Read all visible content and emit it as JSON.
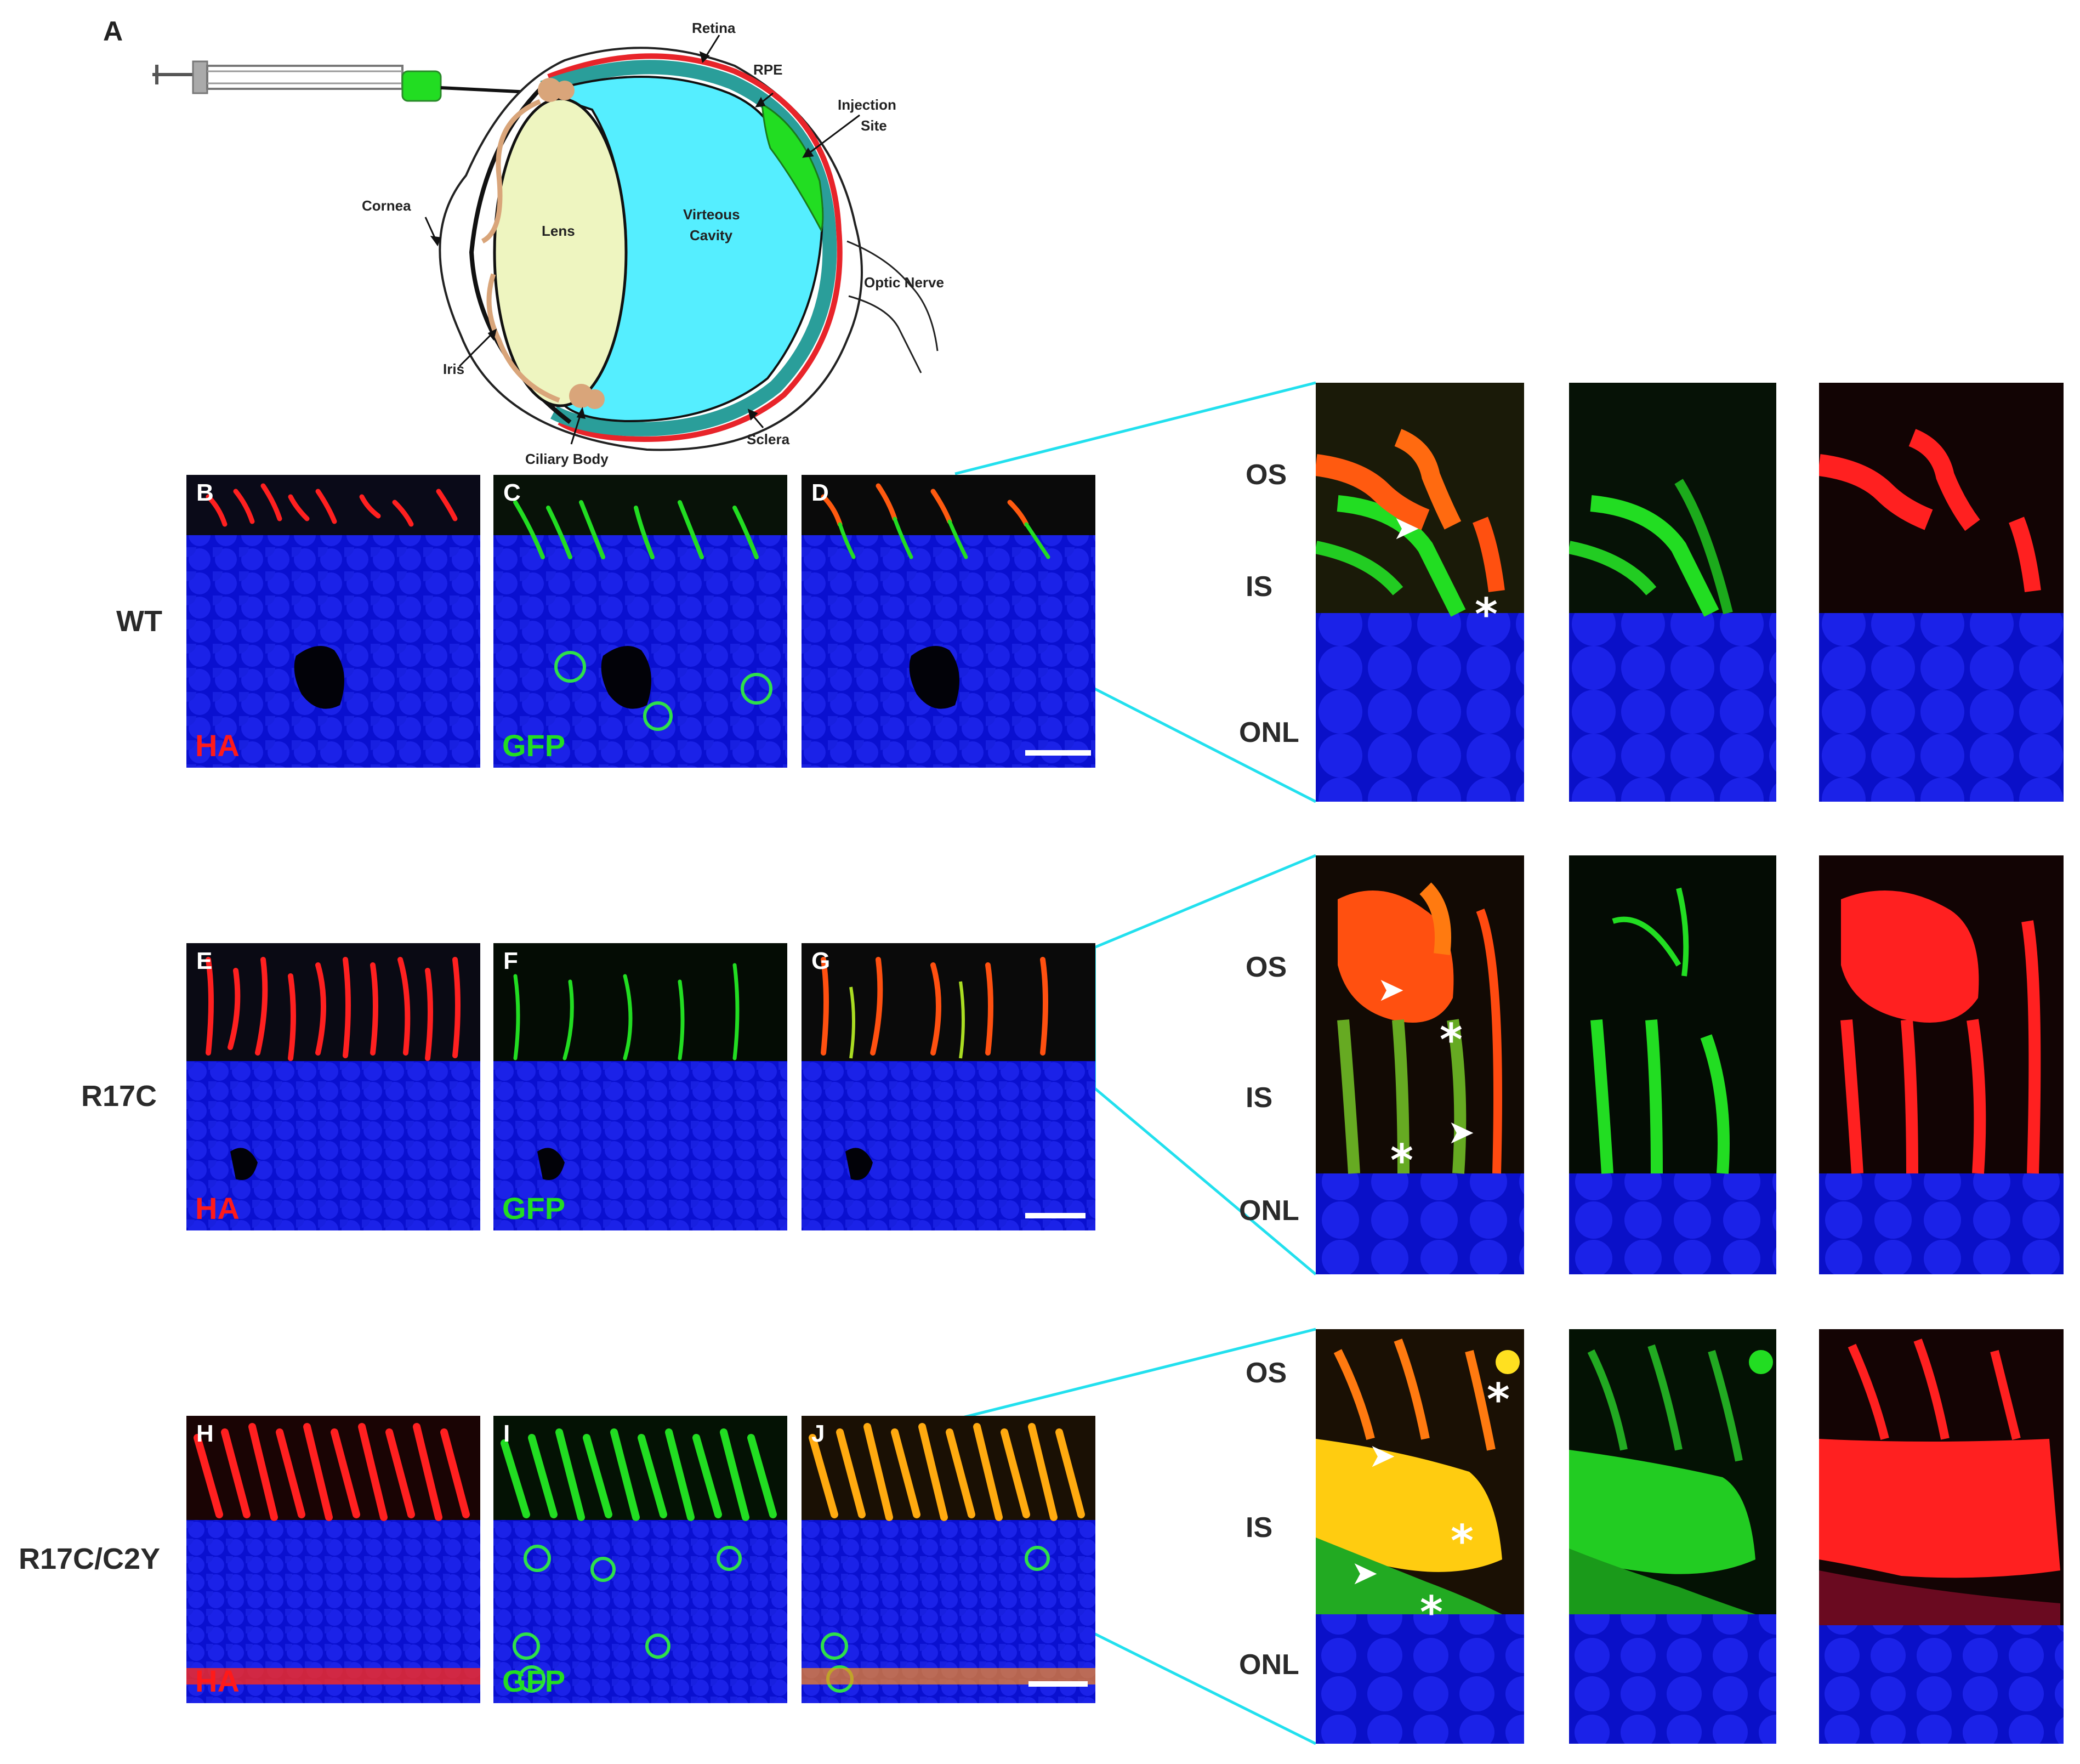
{
  "panel_letters": {
    "A": "A",
    "B": "B",
    "C": "C",
    "D": "D",
    "E": "E",
    "F": "F",
    "G": "G",
    "H": "H",
    "I": "I",
    "J": "J"
  },
  "rows": {
    "wt": "WT",
    "r17c": "R17C",
    "r17c_c2y": "R17C/C2Y"
  },
  "stains": {
    "ha": "HA",
    "gfp": "GFP"
  },
  "layers": {
    "os": "OS",
    "is": "IS",
    "onl": "ONL"
  },
  "eye_diagram": {
    "retina": "Retina",
    "rpe": "RPE",
    "injection_site_1": "Injection",
    "injection_site_2": "Site",
    "cornea": "Cornea",
    "lens": "Lens",
    "vitreous_1": "Virteous",
    "vitreous_2": "Cavity",
    "optic_nerve": "Optic Nerve",
    "iris": "Iris",
    "sclera": "Sclera",
    "ciliary_body": "Ciliary Body"
  },
  "colors": {
    "nuclei_blue": "#0a10d0",
    "ha_red": "#ff1a1a",
    "gfp_green": "#22dd22",
    "zoom_connector": "#22e0ee",
    "vitreous": "#55eeff",
    "lens": "#eef5c0",
    "rpe": "#e8242a",
    "retina": "#2a9e9a",
    "injection": "#22dd22",
    "ciliary": "#d9a57a"
  }
}
